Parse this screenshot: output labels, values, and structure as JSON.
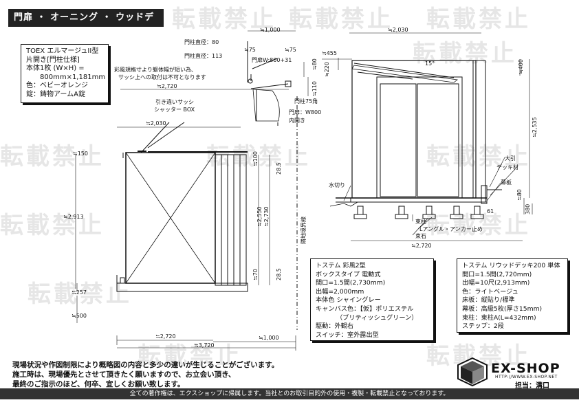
{
  "header": {
    "title": "門扉 ・ オーニング ・ ウッドデッキ"
  },
  "watermark": {
    "text": "転載禁止"
  },
  "gate_box": {
    "lines": [
      "TOEX エルマージュII型",
      "片開き[門柱仕様]",
      "本体1枚 (W×H) =",
      "800mm×1,181mm",
      "色：ベビーオレンジ",
      "錠：鋳物アームA錠"
    ]
  },
  "awning_box": {
    "lines": [
      "トステム 彩風2型",
      "ボックスタイプ 電動式",
      "間口=1.5間(2,730mm)",
      "出幅=2,000mm",
      "本体色 シャイングレー",
      "キャンバス色：【仮】ポリエステル",
      "（ブリティッシュグリーン）",
      "駆動：外観右",
      "スイッチ：室外露出型"
    ]
  },
  "deck_box": {
    "lines": [
      "トステム リウッドデッキ200 単体",
      "間口=1.5間(2,720mm)",
      "出幅=10尺(2,913mm)",
      "色：ライトベージュ",
      "床板：縦貼り/標準",
      "幕板：高級5枚(厚さ15mm)",
      "束柱：束柱A(L=432mm)",
      "ステップ：2段"
    ]
  },
  "labels": {
    "post_dia_80": "門柱直径：80",
    "post_dia_113": "門柱直径：113",
    "dim_1000_top": "≒1,000",
    "dim_75_a": "≒75",
    "dim_75_b": "≒75",
    "gate_width": "門扉W:800+31",
    "dim_2030_side": "≒2,030",
    "dim_455": "≒455",
    "angle_15": "15°",
    "dim_400": "≒400",
    "dim_80v": "≒80",
    "dim_220": "≒220",
    "dim_110": "≒110",
    "dim_2535": "≒2,535",
    "note_awning": "彩風規格寸より躯体幅が短い為、",
    "note_awning2": "サッシ上への取付は不可となります",
    "dim_2720_top": "≒2,720",
    "post_75": "門柱75角",
    "gate_w800": "門扉：W800",
    "inward": "内開き",
    "sash_1": "引き違いサッシ",
    "sash_2": "シャッター BOX",
    "dim_2030_plan": "≒2,030",
    "dim_150": "≒150",
    "dim_100": "≒100",
    "dim_28_5_a": "28.5",
    "dim_2913": "≒2,913",
    "dim_2550": "≒2,550",
    "dim_2730": "≒2,730",
    "boundary": "隣地境界線",
    "dim_70": "≒70",
    "dim_28_5_b": "28.5",
    "dim_257": "≒257",
    "dim_500": "≒500",
    "dim_2720_bottom": "≒2,720",
    "dim_1000_bottom": "≒1,000",
    "dim_3720": "≒3,720",
    "ohbiki": "大引",
    "deck_mat": "デッキ材",
    "makuita": "幕板",
    "mizukiri": "水切り",
    "dim_80_side": "≒80",
    "dim_380": "380",
    "dim_61": "61",
    "tsukabashira": "束柱",
    "angle_anchor": "Lアングル・アンカー止め",
    "tsukaishi": "束石",
    "dim_2720_side": "≒2,720"
  },
  "notes": {
    "line1": "現場状況や作図制限により概略図の内容と多少の違いが生じることがございます。",
    "line2": "施工時は、現場優先とさせて頂きたく願いますので、お立会い頂き、",
    "line3": "最終のご指示のほど、何卒、宜しくお願い致します。"
  },
  "footer": {
    "text": "全ての著作権は、エクスショップに帰属します。当社とのお取引目的外の使用・複製・転載禁止となっております。"
  },
  "brand": {
    "name": "EX-SHOP",
    "url": "HTTP://WWW.EX-SHOP.NET",
    "staff": "担当：溝口"
  }
}
